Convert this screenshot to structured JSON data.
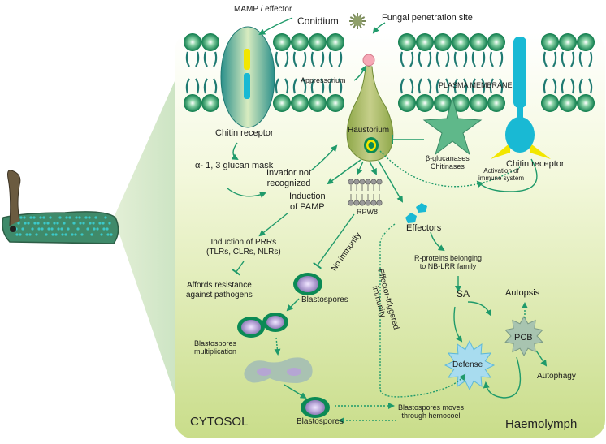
{
  "labels": {
    "mamp": "MAMP / effector",
    "conidium": "Conidium",
    "fungal_site": "Fungal penetration site",
    "appressorium": "Appressorium",
    "plasma_membrane": "PLASMA MEMBRANE",
    "haustorium": "Haustorium",
    "chitin_receptor_left": "Chitin receptor",
    "chitin_receptor_right": "Chitin receptor",
    "glucan_mask": "α- 1, 3 glucan mask",
    "invador": "Invador not\nrecognized",
    "induction_pamp": "Induction\nof PAMP",
    "rpw8": "RPW8",
    "glucanases": "β-glucanases\nChitinases",
    "activation": "Activation of\nimmune system",
    "effectors": "Effectors",
    "prrs": "Induction of PRRs\n(TLRs, CLRs, NLRs)",
    "affords": "Affords resistance\nagainst pathogens",
    "no_immunity": "No immunity",
    "blastospores1": "Blastospores",
    "rproteins": "R-proteins belonging\nto NB-LRR family",
    "sa": "SA",
    "autopsis": "Autopsis",
    "eti": "Effector-triggered\nimmunity",
    "pcb": "PCB",
    "defense": "Defense",
    "autophagy": "Autophagy",
    "blasto_mult": "Blastospores\nmultiplication",
    "cytosol": "CYTOSOL",
    "blastospores2": "Blastospores",
    "blasto_moves": "Blastospores moves\nthrough hemocoel",
    "haemolymph": "Haemolymph"
  },
  "colors": {
    "arrow": "#1f9a6a",
    "membrane_bead": "#0b8a55",
    "background_top": "#ffffff",
    "background_bottom": "#c9dd8a",
    "cyan": "#19b9d4",
    "yellow": "#f2e600"
  }
}
